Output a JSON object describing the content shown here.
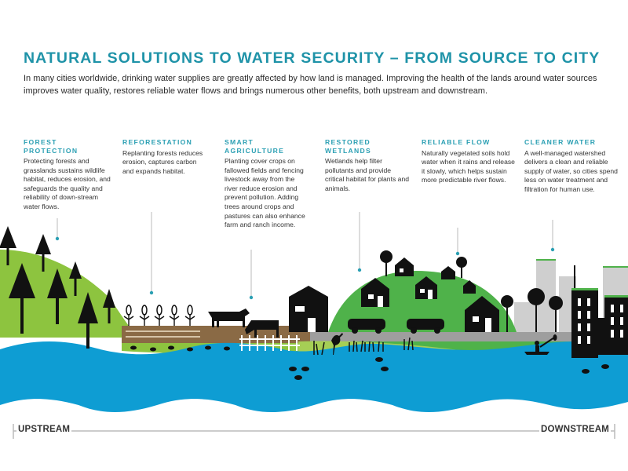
{
  "header": {
    "title": "NATURAL SOLUTIONS TO WATER SECURITY – FROM SOURCE TO CITY",
    "intro": "In many cities worldwide, drinking water supplies are greatly affected by how land is managed. Improving the health of the lands around water sources improves water quality, restores reliable water flows and brings numerous other benefits, both upstream and downstream."
  },
  "colors": {
    "title": "#1f93a8",
    "heading": "#2a9fb3",
    "water": "#0e9dd3",
    "grass": "#8dc43f",
    "hill_green": "#4fb24a",
    "soil": "#8a6a45",
    "road": "#9e9e9e",
    "silhouette": "#111111",
    "building_gray": "#c8c8c8"
  },
  "solutions": [
    {
      "heading_line1": "FOREST",
      "heading_line2": "PROTECTION",
      "text": "Protecting forests and grasslands sustains wildlife habitat, reduces erosion, and safeguards the quality and reliability of down-stream water flows."
    },
    {
      "heading_line1": "REFORESTATION",
      "heading_line2": "",
      "text": "Replanting forests reduces erosion, captures carbon and expands habitat."
    },
    {
      "heading_line1": "SMART",
      "heading_line2": "AGRICULTURE",
      "text": "Planting cover crops on fallowed fields and fencing livestock away from the river reduce erosion and prevent pollution. Adding trees around crops and pastures can also enhance farm and ranch income."
    },
    {
      "heading_line1": "RESTORED",
      "heading_line2": "WETLANDS",
      "text": "Wetlands help filter pollutants and provide critical habitat for plants and animals."
    },
    {
      "heading_line1": "RELIABLE FLOW",
      "heading_line2": "",
      "text": "Naturally vegetated soils hold water when it rains and release it slowly, which helps sustain more predictable river flows."
    },
    {
      "heading_line1": "CLEANER WATER",
      "heading_line2": "",
      "text": "A well-managed watershed delivers a clean and reliable supply of water, so cities spend less on water treatment and filtration for human use."
    }
  ],
  "axis": {
    "left_label": "UPSTREAM",
    "right_label": "DOWNSTREAM"
  }
}
